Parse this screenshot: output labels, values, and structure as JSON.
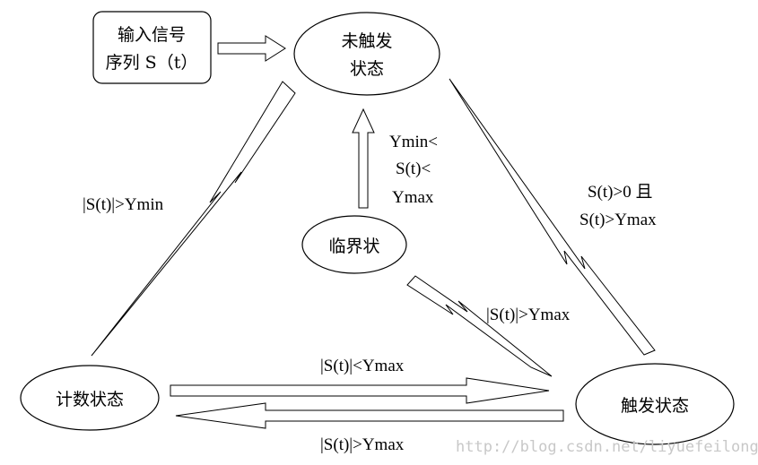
{
  "nodes": {
    "input": {
      "line1": "输入信号",
      "line2": "序列 S（t）"
    },
    "untriggered": {
      "line1": "未触发",
      "line2": "状态"
    },
    "critical": {
      "label": "临界状"
    },
    "counting": {
      "label": "计数状态"
    },
    "triggered": {
      "label": "触发状态"
    }
  },
  "edges": {
    "critical_to_untriggered": {
      "line1": "Ymin<",
      "line2": "S(t)<",
      "line3": "Ymax"
    },
    "untriggered_to_triggered": {
      "line1": "S(t)>0 且",
      "line2": "S(t)>Ymax"
    },
    "counting_to_untriggered": {
      "label": "|S(t)|>Ymin"
    },
    "critical_to_triggered": {
      "label": "|S(t)|>Ymax"
    },
    "counting_to_triggered": {
      "label": "|S(t)|<Ymax"
    },
    "triggered_to_counting": {
      "label": "|S(t)|>Ymax"
    }
  },
  "watermark": "http://blog.csdn.net/liyuefeilong"
}
